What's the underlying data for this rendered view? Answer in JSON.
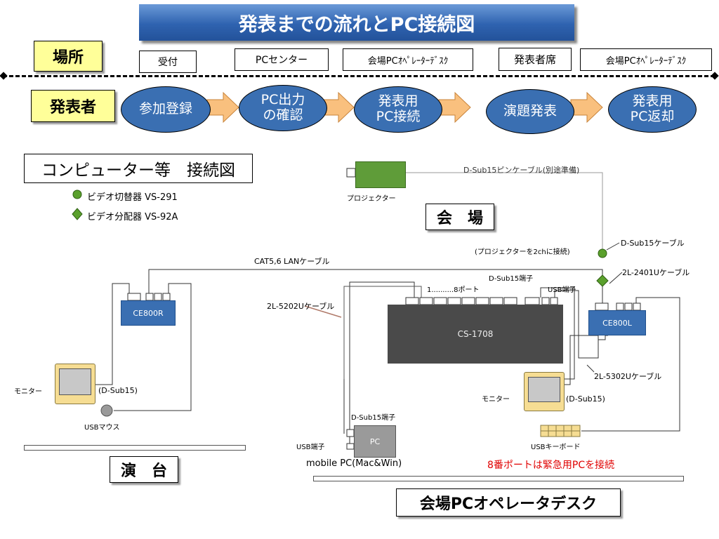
{
  "title": "発表までの流れとPC接続図",
  "row_labels": {
    "place": "場所",
    "presenter": "発表者"
  },
  "places": [
    "受付",
    "PCセンター",
    "会場PCｵﾍﾟﾚｰﾀｰﾃﾞｽｸ",
    "発表者席",
    "会場PCｵﾍﾟﾚｰﾀｰﾃﾞｽｸ"
  ],
  "steps": [
    {
      "line1": "参加登録",
      "line2": ""
    },
    {
      "line1": "PC出力",
      "line2": "の確認"
    },
    {
      "line1": "発表用",
      "line2": "PC接続"
    },
    {
      "line1": "演題発表",
      "line2": ""
    },
    {
      "line1": "発表用",
      "line2": "PC返却"
    }
  ],
  "diagram": {
    "title": "コンピューター等　接続図",
    "legend": {
      "circle": "ビデオ切替器 VS-291",
      "diamond": "ビデオ分配器 VS-92A"
    },
    "venue_label": "会　場",
    "podium_label": "演　台",
    "desk_label": "会場PCオペレータデスク",
    "devices": {
      "projector": "プロジェクター",
      "ce800r": "CE800R",
      "ce800l": "CE800L",
      "switch": "CS-1708",
      "pc": "PC",
      "monitor_left": "モニター",
      "monitor_right": "モニター",
      "mouse": "USBマウス",
      "keyboard": "USBキーボード"
    },
    "labels": {
      "dsub15_pin_cable": "D-Sub15ピンケーブル(別途準備)",
      "projector_2ch": "(プロジェクターを2chに接続)",
      "dsub15_cable": "D-Sub15ケーブル",
      "lan_cable": "CAT5,6 LANケーブル",
      "dsub15_port": "D-Sub15端子",
      "ports_1_8": "1..........8ポート",
      "usb_port": "USB端子",
      "cable_2l2401u": "2L-2401Uケーブル",
      "cable_2l5202u": "2L-5202Uケーブル",
      "cable_2l5302u": "2L-5302Uケーブル",
      "dsub15_left": "(D-Sub15)",
      "dsub15_right": "(D-Sub15)",
      "pc_dsub15_port": "D-Sub15端子",
      "pc_usb_port": "USB端子",
      "mobile_pc": "mobile PC(Mac&Win)",
      "emergency_note": "8番ポートは緊急用PCを接続"
    }
  }
}
